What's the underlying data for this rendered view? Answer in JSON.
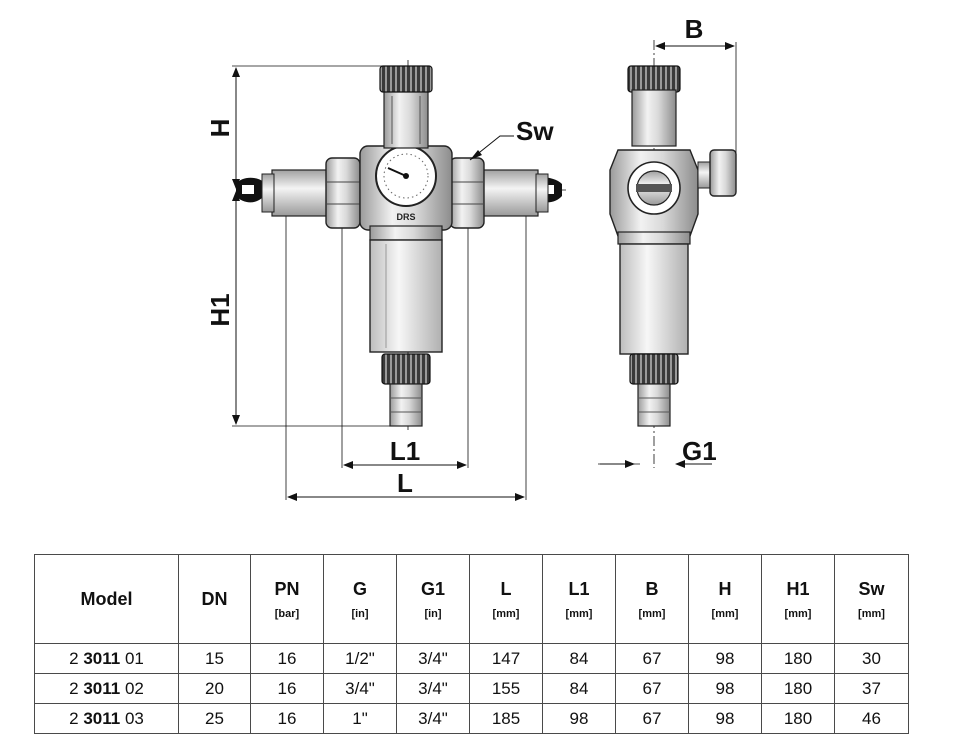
{
  "dimension_labels": {
    "H": "H",
    "H1": "H1",
    "L": "L",
    "L1": "L1",
    "B": "B",
    "G1": "G1",
    "Sw": "Sw"
  },
  "valve_marking": "DRS",
  "table": {
    "columns": [
      {
        "label": "Model",
        "unit": ""
      },
      {
        "label": "DN",
        "unit": ""
      },
      {
        "label": "PN",
        "unit": "[bar]"
      },
      {
        "label": "G",
        "unit": "[in]"
      },
      {
        "label": "G1",
        "unit": "[in]"
      },
      {
        "label": "L",
        "unit": "[mm]"
      },
      {
        "label": "L1",
        "unit": "[mm]"
      },
      {
        "label": "B",
        "unit": "[mm]"
      },
      {
        "label": "H",
        "unit": "[mm]"
      },
      {
        "label": "H1",
        "unit": "[mm]"
      },
      {
        "label": "Sw",
        "unit": "[mm]"
      }
    ],
    "rows": [
      {
        "model_prefix": "2 ",
        "model_bold": "3011",
        "model_suffix": " 01",
        "DN": "15",
        "PN": "16",
        "G": "1/2\"",
        "G1": "3/4\"",
        "L": "147",
        "L1": "84",
        "B": "67",
        "H": "98",
        "H1": "180",
        "Sw": "30"
      },
      {
        "model_prefix": "2 ",
        "model_bold": "3011",
        "model_suffix": " 02",
        "DN": "20",
        "PN": "16",
        "G": "3/4\"",
        "G1": "3/4\"",
        "L": "155",
        "L1": "84",
        "B": "67",
        "H": "98",
        "H1": "180",
        "Sw": "37"
      },
      {
        "model_prefix": "2 ",
        "model_bold": "3011",
        "model_suffix": " 03",
        "DN": "25",
        "PN": "16",
        "G": "1\"",
        "G1": "3/4\"",
        "L": "185",
        "L1": "98",
        "B": "67",
        "H": "98",
        "H1": "180",
        "Sw": "46"
      }
    ]
  }
}
